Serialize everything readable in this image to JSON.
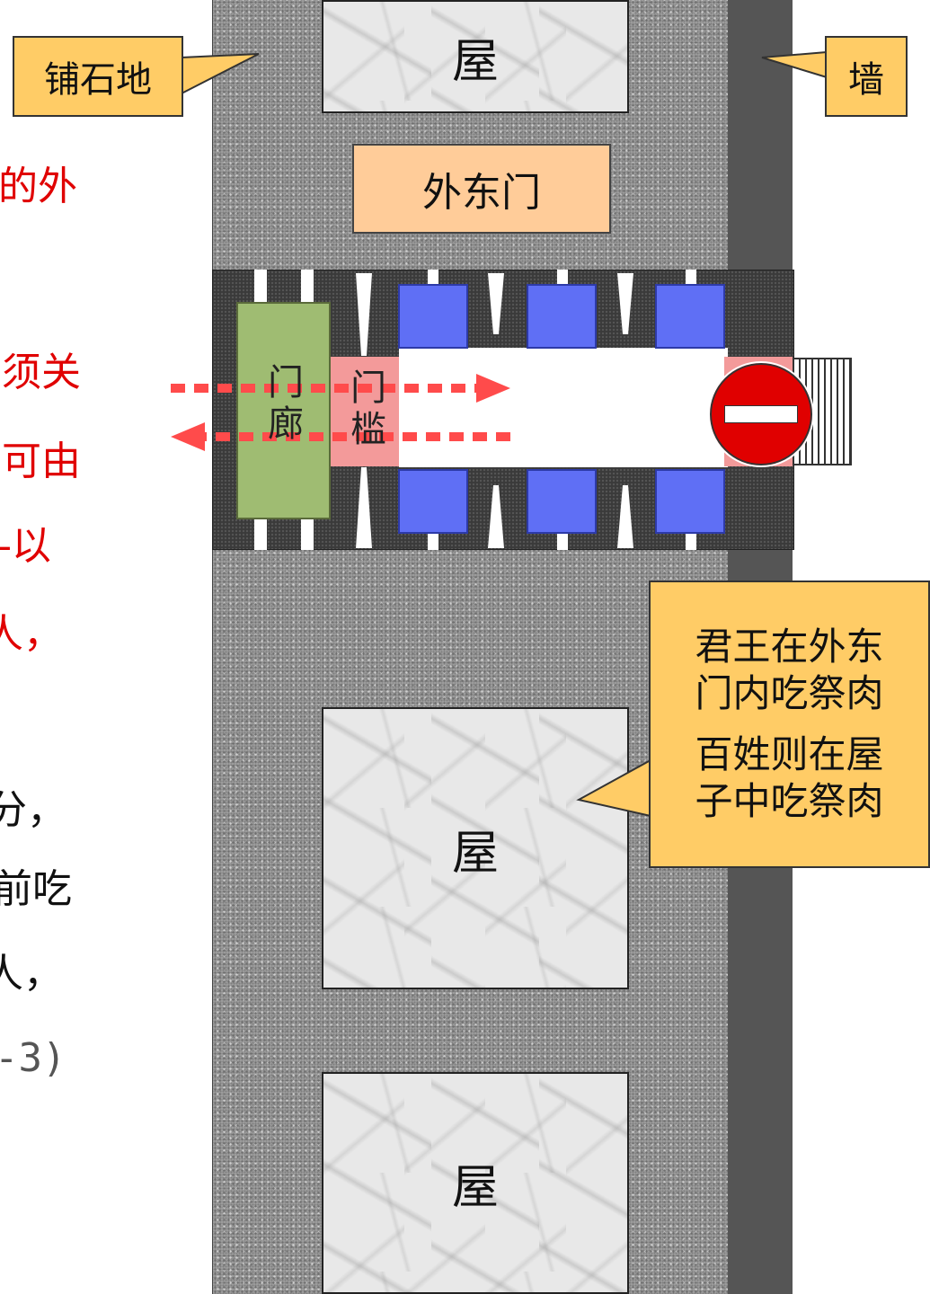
{
  "left_text": {
    "line1": "的外",
    "line2": "须关",
    "line3": "可由",
    "line4": "-以",
    "line5": "人，",
    "line6": "分，",
    "line7": "前吃",
    "line8": "人，",
    "line9": "-3)"
  },
  "labels": {
    "paving": "铺石地",
    "wall": "墙",
    "house_top": "屋",
    "outer_east_gate": "外东门",
    "porch": "门廊",
    "threshold": "门槛",
    "house_middle": "屋",
    "house_bottom": "屋"
  },
  "note": {
    "line1": "君王在外东",
    "line2": "门内吃祭肉",
    "line3": "百姓则在屋",
    "line4": "子中吃祭肉"
  },
  "colors": {
    "callout": "#ffcc66",
    "gate_label": "#ffcc99",
    "porch": "#9fbc72",
    "threshold": "#f39a9a",
    "blocks": "#5f6ff5",
    "arrows": "#ff4b4b",
    "red_text": "#e00000"
  },
  "icons": [
    "no-entry-icon",
    "stairs-icon",
    "arrow-right-icon",
    "arrow-left-icon"
  ]
}
